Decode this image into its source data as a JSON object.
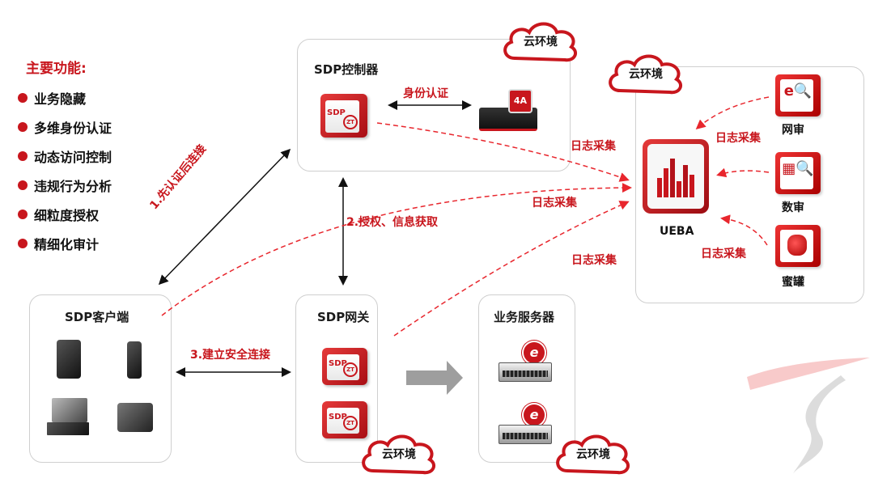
{
  "features": {
    "title": "主要功能:",
    "items": [
      "业务隐藏",
      "多维身份认证",
      "动态访问控制",
      "违规行为分析",
      "细粒度授权",
      "精细化审计"
    ]
  },
  "nodes": {
    "controller": {
      "title": "SDP控制器",
      "device_label": "SDP",
      "auth_label": "身份认证",
      "badge": "4A"
    },
    "client": {
      "title": "SDP客户端"
    },
    "gateway": {
      "title": "SDP网关",
      "device_label": "SDP"
    },
    "server": {
      "title": "业务服务器",
      "badge": "e"
    },
    "ueba": {
      "title": "UEBA",
      "sources": [
        "网审",
        "数审",
        "蜜罐"
      ]
    }
  },
  "cloud_label": "云环境",
  "edges": {
    "step1": "1.先认证后连接",
    "step2": "2.授权、信息获取",
    "step3": "3.建立安全连接",
    "log": "日志采集"
  },
  "colors": {
    "accent": "#c8161d",
    "log_line": "#e8262d",
    "box_border": "#cfcfcf"
  }
}
